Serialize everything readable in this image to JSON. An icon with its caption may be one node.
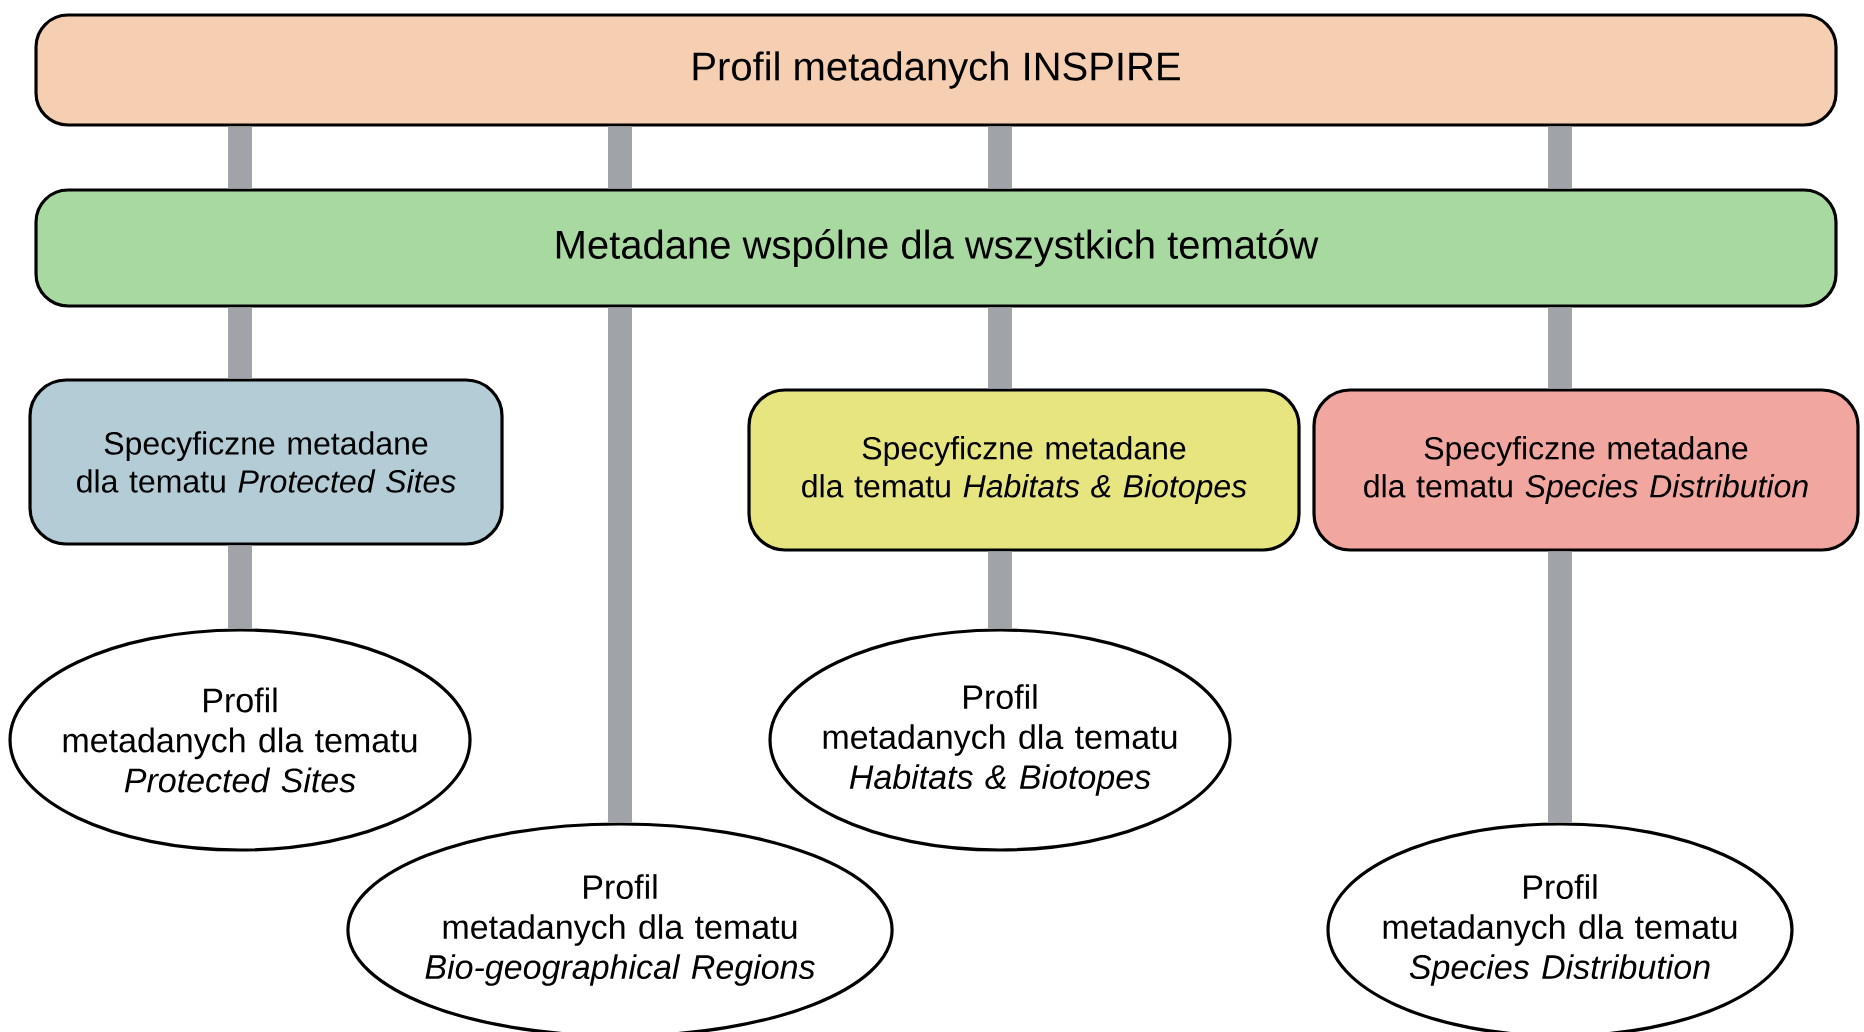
{
  "diagram": {
    "nodes": [
      {
        "text": [
          "Profil metadanych INSPIRE"
        ]
      },
      {
        "text": [
          "Metadane wspólne dla wszystkich tematów"
        ]
      },
      {
        "text": [
          "Specyficzne metadane dla tematu *Protected Sites*"
        ]
      },
      {
        "text": [
          "Specyficzne metadane dla tematu *Habitats & Biotopes*"
        ]
      },
      {
        "text": [
          "Specyficzne metadane dla tematu *Species Distribution*"
        ]
      },
      {
        "text": [
          "Profil metadanych dla tematu *Protected Sites*"
        ]
      },
      {
        "text": [
          "Profil metadanych dla tematu *Bio-geographical Regions*"
        ]
      },
      {
        "text": [
          "Profil metadanych dla tematu *Habitats & Biotopes*"
        ]
      },
      {
        "text": [
          "Profil metadanych dla tematu *Species Distribution*"
        ]
      }
    ],
    "edges": [
      {
        "from": 0,
        "to": 1,
        "arrow": "none"
      },
      {
        "from": 1,
        "to": 2,
        "arrow": "none"
      },
      {
        "from": 2,
        "to": 5,
        "arrow": "none"
      },
      {
        "from": 0,
        "to": 1,
        "arrow": "none"
      },
      {
        "from": 1,
        "to": 6,
        "arrow": "none"
      },
      {
        "from": 0,
        "to": 1,
        "arrow": "none"
      },
      {
        "from": 1,
        "to": 3,
        "arrow": "none"
      },
      {
        "from": 3,
        "to": 7,
        "arrow": "none"
      },
      {
        "from": 0,
        "to": 1,
        "arrow": "none"
      },
      {
        "from": 1,
        "to": 4,
        "arrow": "none"
      },
      {
        "from": 4,
        "to": 8,
        "arrow": "none"
      }
    ]
  }
}
